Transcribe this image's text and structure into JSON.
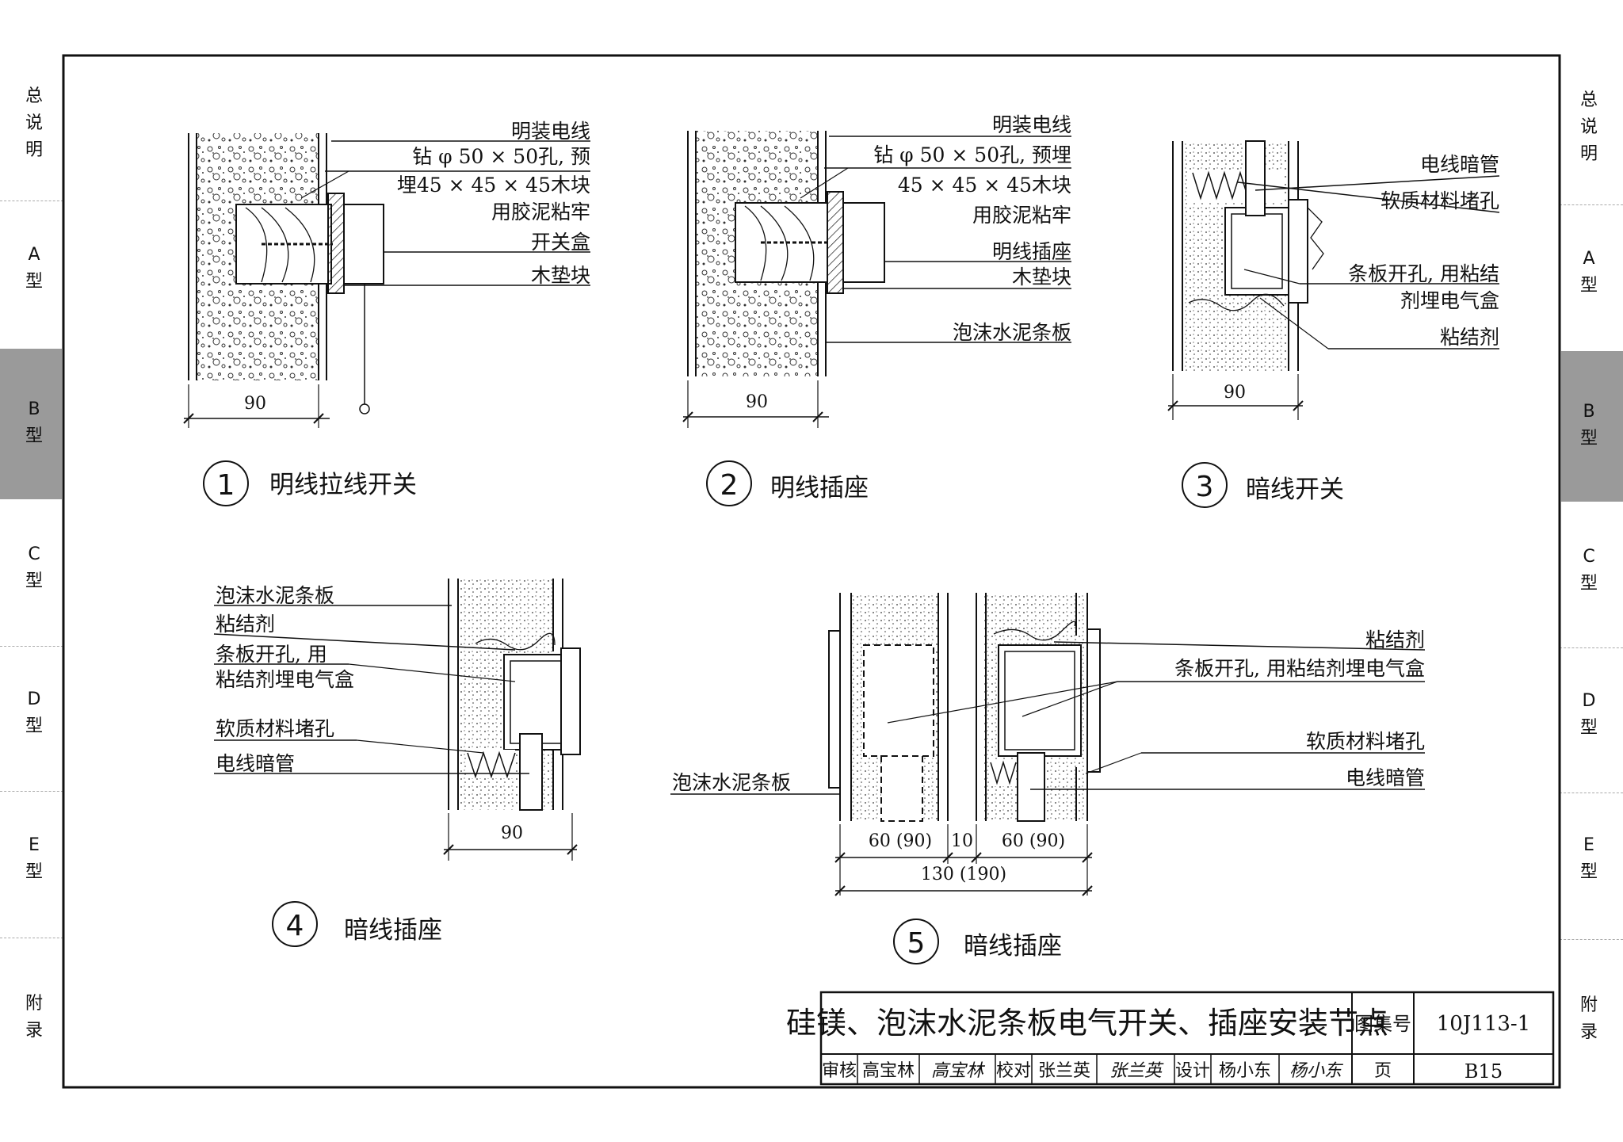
{
  "side_tabs": [
    {
      "lines": [
        "总",
        "说",
        "明"
      ]
    },
    {
      "lines": [
        "A",
        "型"
      ]
    },
    {
      "lines": [
        "B",
        "型"
      ]
    },
    {
      "lines": [
        "C",
        "型"
      ]
    },
    {
      "lines": [
        "D",
        "型"
      ]
    },
    {
      "lines": [
        "E",
        "型"
      ]
    },
    {
      "lines": [
        "附",
        "录"
      ]
    }
  ],
  "active_tab_color": "#9a9a9a",
  "details": {
    "d1": {
      "number": "1",
      "caption": "明线拉线开关",
      "labels": [
        "明装电线",
        "钻 φ 50 × 50孔, 预",
        "埋45 × 45 × 45木块",
        "用胶泥粘牢",
        "开关盒",
        "木垫块"
      ],
      "dim": "90"
    },
    "d2": {
      "number": "2",
      "caption": "明线插座",
      "labels": [
        "明装电线",
        "钻 φ 50 × 50孔, 预埋",
        "45 × 45 × 45木块",
        "用胶泥粘牢",
        "明线插座",
        "木垫块",
        "泡沫水泥条板"
      ],
      "dim": "90"
    },
    "d3": {
      "number": "3",
      "caption": "暗线开关",
      "labels": [
        "电线暗管",
        "软质材料堵孔",
        "条板开孔, 用粘结",
        "剂埋电气盒",
        "粘结剂"
      ],
      "dim": "90"
    },
    "d4": {
      "number": "4",
      "caption": "暗线插座",
      "labels": [
        "泡沫水泥条板",
        "粘结剂",
        "条板开孔, 用",
        "粘结剂埋电气盒",
        "软质材料堵孔",
        "电线暗管"
      ],
      "dim": "90"
    },
    "d5": {
      "number": "5",
      "caption": "暗线插座",
      "labels": [
        "粘结剂",
        "条板开孔, 用粘结剂埋电气盒",
        "软质材料堵孔",
        "电线暗管",
        "泡沫水泥条板"
      ],
      "dims": [
        "60 (90)",
        "10",
        "60 (90)",
        "130 (190)"
      ]
    }
  },
  "title_block": {
    "title": "硅镁、泡沫水泥条板电气开关、插座安装节点",
    "atlas_label": "图集号",
    "atlas_no": "10J113-1",
    "review_label": "审核",
    "reviewer": "高宝林",
    "reviewer_sign": "高宝林",
    "check_label": "校对",
    "checker": "张兰英",
    "checker_sign": "张兰英",
    "design_label": "设计",
    "designer": "杨小东",
    "designer_sign": "杨小东",
    "page_label": "页",
    "page_no": "B15"
  }
}
